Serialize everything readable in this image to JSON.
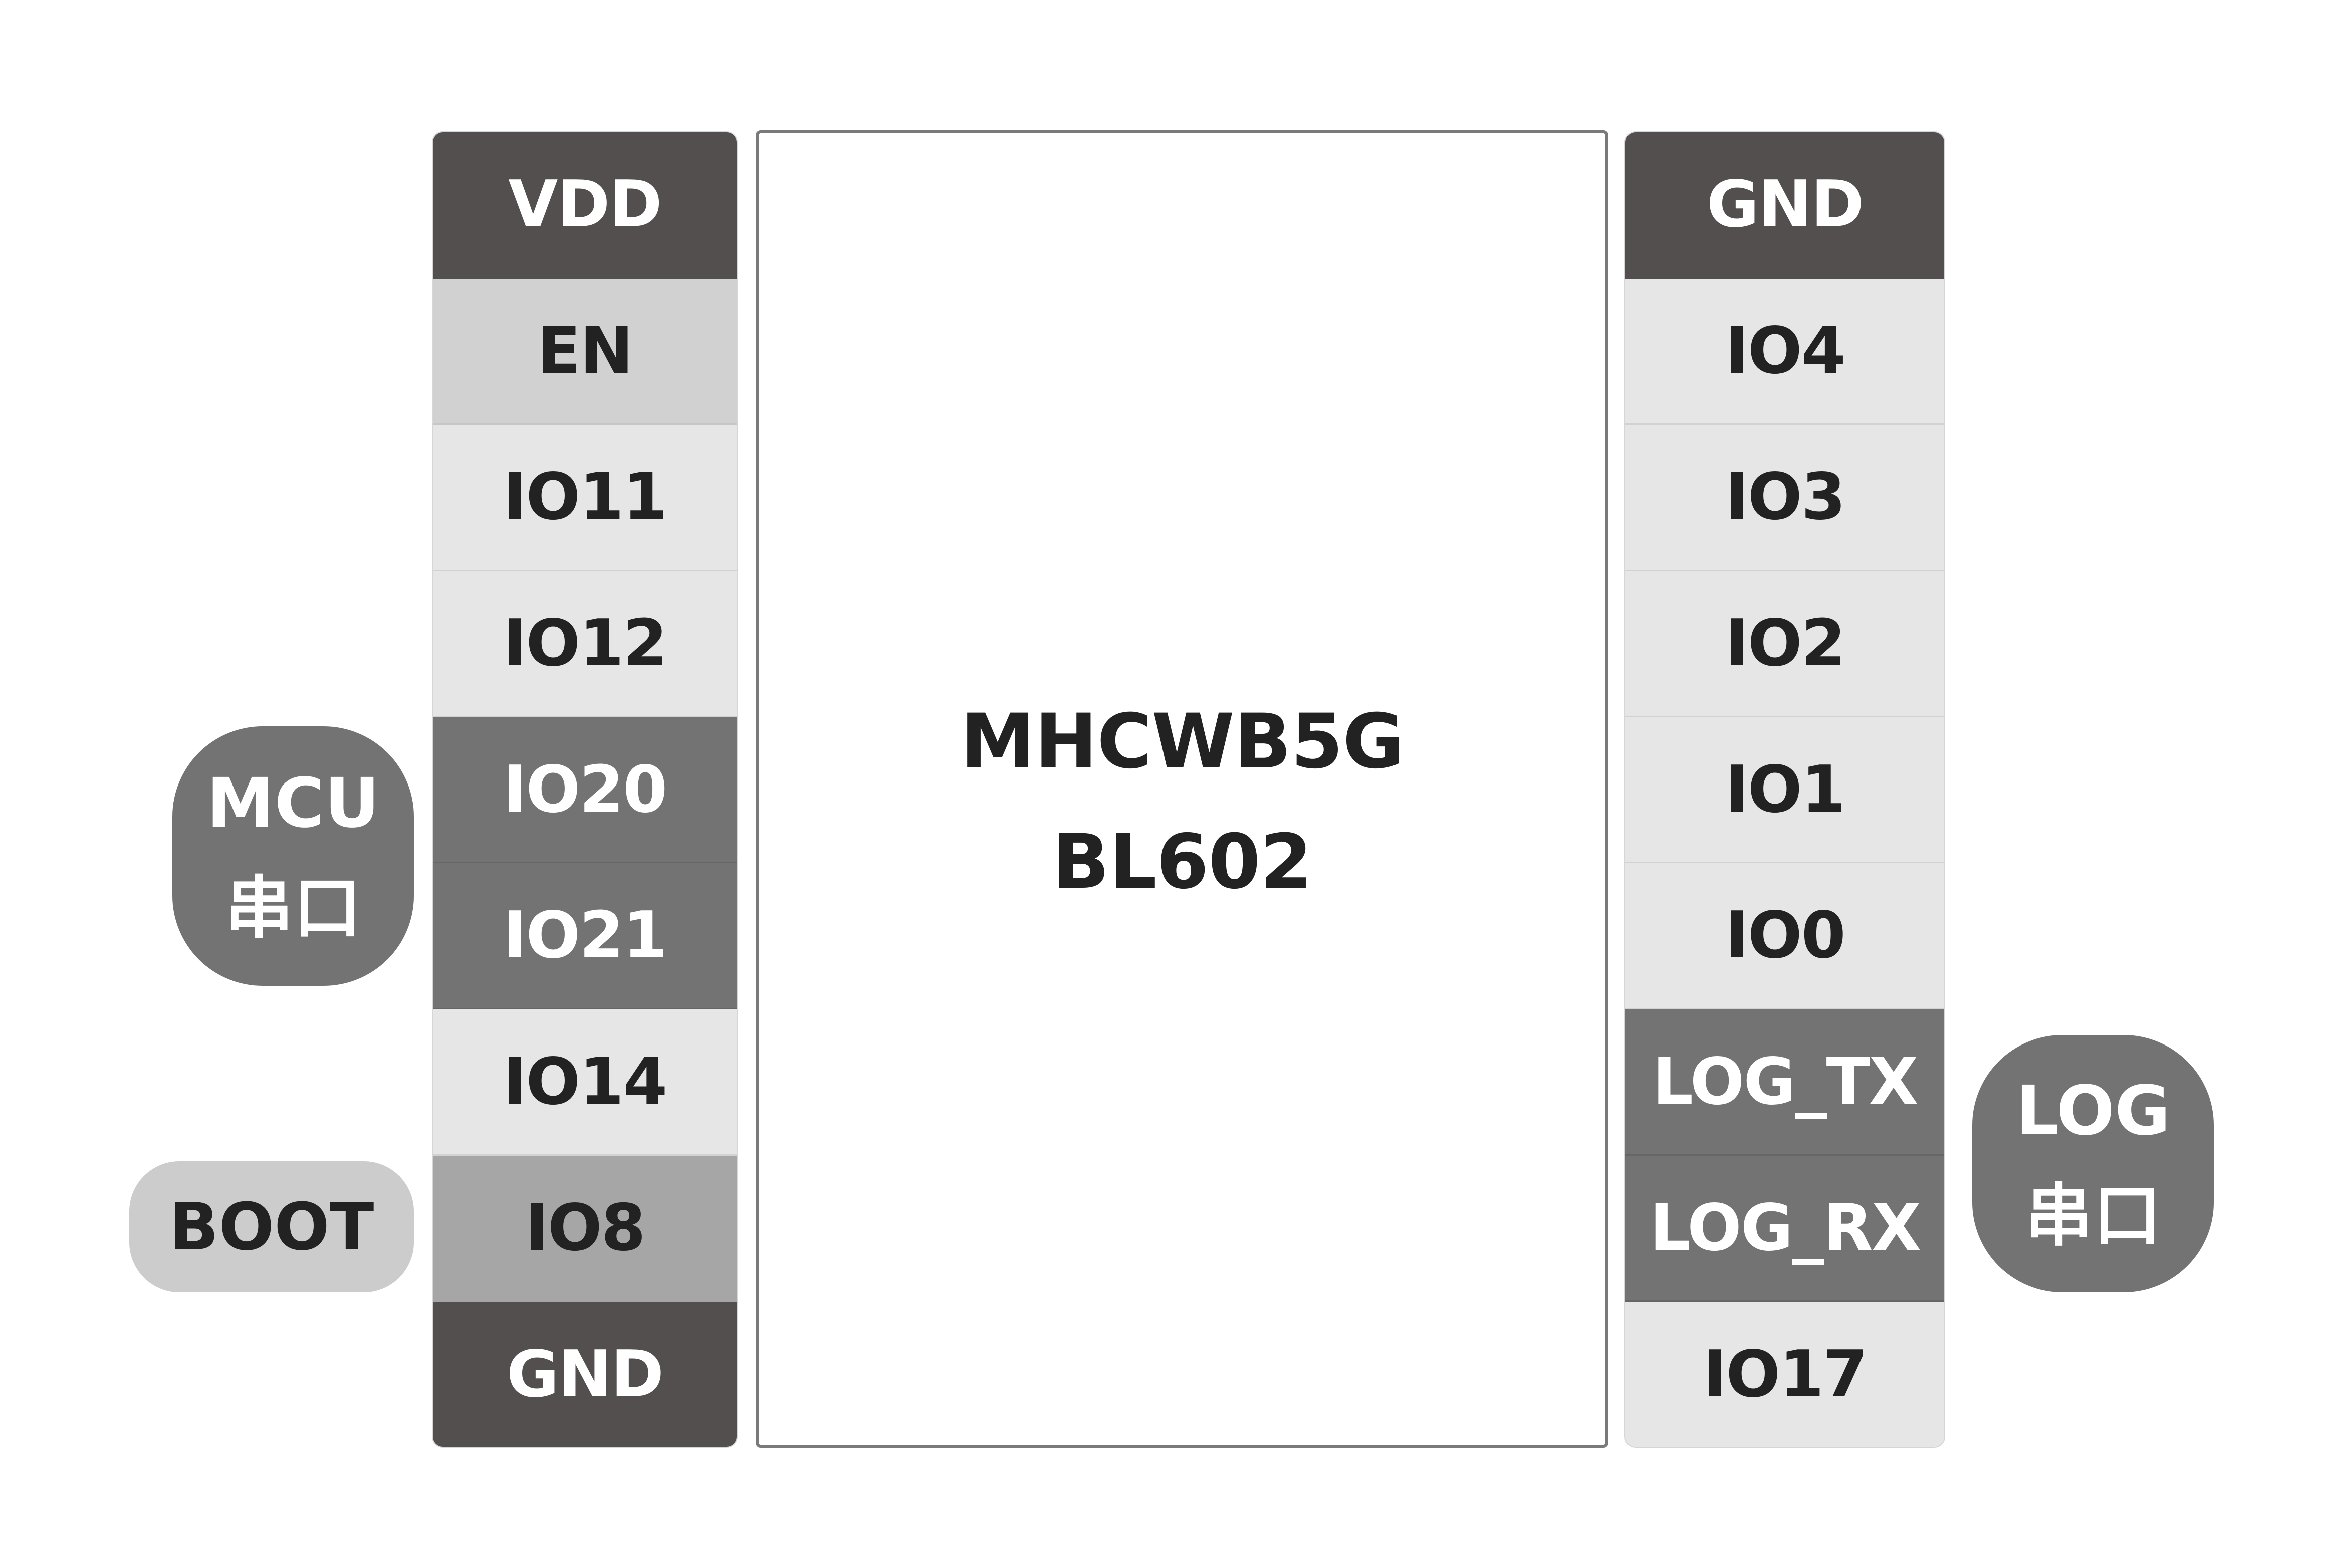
{
  "module": {
    "model": "MHCWB5G",
    "chip": "BL602"
  },
  "left_pins": [
    {
      "label": "VDD",
      "role": "power"
    },
    {
      "label": "EN",
      "role": "enable"
    },
    {
      "label": "IO11",
      "role": "plain"
    },
    {
      "label": "IO12",
      "role": "plain"
    },
    {
      "label": "IO20",
      "role": "uart"
    },
    {
      "label": "IO21",
      "role": "uart"
    },
    {
      "label": "IO14",
      "role": "plain"
    },
    {
      "label": "IO8",
      "role": "boot"
    },
    {
      "label": "GND",
      "role": "power"
    }
  ],
  "right_pins": [
    {
      "label": "GND",
      "role": "power"
    },
    {
      "label": "IO4",
      "role": "plain"
    },
    {
      "label": "IO3",
      "role": "plain"
    },
    {
      "label": "IO2",
      "role": "plain"
    },
    {
      "label": "IO1",
      "role": "plain"
    },
    {
      "label": "IO0",
      "role": "plain"
    },
    {
      "label": "LOG_TX",
      "role": "uart"
    },
    {
      "label": "LOG_RX",
      "role": "uart"
    },
    {
      "label": "IO17",
      "role": "plain"
    }
  ],
  "tags": {
    "mcu": {
      "line1": "MCU",
      "line2": "串口"
    },
    "log": {
      "line1": "LOG",
      "line2": "串口"
    },
    "boot": {
      "label": "BOOT"
    }
  },
  "colors": {
    "power": "#534f4e",
    "uart": "#737373",
    "boot": "#a6a6a6",
    "enable": "#d1d1d1",
    "plain": "#e6e6e6",
    "module_border": "#7a7a7a"
  }
}
